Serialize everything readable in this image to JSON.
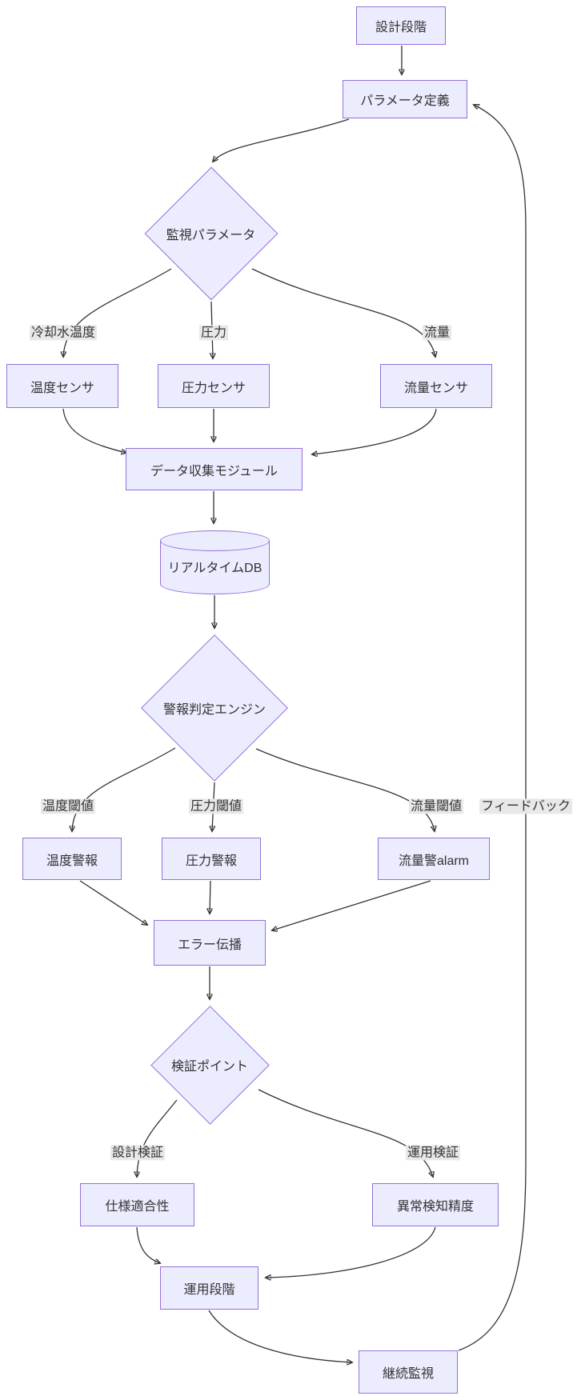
{
  "diagram": {
    "type": "flowchart",
    "direction": "top-down",
    "colors": {
      "node_fill": "#ECECFF",
      "node_border": "#9370DB",
      "edge_line": "#333333",
      "edge_label_bg": "#e8e8e8",
      "text": "#333333",
      "background": "#ffffff"
    },
    "nodes": {
      "design_phase": "設計段階",
      "param_def": "パラメータ定義",
      "monitor_params": "監視パラメータ",
      "temp_sensor": "温度センサ",
      "pressure_sensor": "圧力センサ",
      "flow_sensor": "流量センサ",
      "data_collection": "データ収集モジュール",
      "realtime_db": "リアルタイムDB",
      "alarm_engine": "警報判定エンジン",
      "temp_alarm": "温度警報",
      "pressure_alarm": "圧力警報",
      "flow_alarm": "流量警alarm",
      "error_prop": "エラー伝播",
      "verify_point": "検証ポイント",
      "spec_conformity": "仕様適合性",
      "anomaly_accuracy": "異常検知精度",
      "operation_phase": "運用段階",
      "continuous_monitoring": "継続監視"
    },
    "node_shapes": {
      "design_phase": "rect",
      "param_def": "rect",
      "monitor_params": "diamond",
      "temp_sensor": "rect",
      "pressure_sensor": "rect",
      "flow_sensor": "rect",
      "data_collection": "rect",
      "realtime_db": "cylinder",
      "alarm_engine": "diamond",
      "temp_alarm": "rect",
      "pressure_alarm": "rect",
      "flow_alarm": "rect",
      "error_prop": "rect",
      "verify_point": "diamond",
      "spec_conformity": "rect",
      "anomaly_accuracy": "rect",
      "operation_phase": "rect",
      "continuous_monitoring": "rect"
    },
    "edge_labels": {
      "cooling_water_temp": "冷却水温度",
      "pressure": "圧力",
      "flow": "流量",
      "temp_threshold": "温度閾値",
      "pressure_threshold": "圧力閾値",
      "flow_threshold": "流量閾値",
      "feedback": "フィードバック",
      "design_verification": "設計検証",
      "operation_verification": "運用検証"
    },
    "edges": [
      {
        "from": "design_phase",
        "to": "param_def",
        "label": ""
      },
      {
        "from": "param_def",
        "to": "monitor_params",
        "label": ""
      },
      {
        "from": "monitor_params",
        "to": "temp_sensor",
        "label": "冷却水温度"
      },
      {
        "from": "monitor_params",
        "to": "pressure_sensor",
        "label": "圧力"
      },
      {
        "from": "monitor_params",
        "to": "flow_sensor",
        "label": "流量"
      },
      {
        "from": "temp_sensor",
        "to": "data_collection",
        "label": ""
      },
      {
        "from": "pressure_sensor",
        "to": "data_collection",
        "label": ""
      },
      {
        "from": "flow_sensor",
        "to": "data_collection",
        "label": ""
      },
      {
        "from": "data_collection",
        "to": "realtime_db",
        "label": ""
      },
      {
        "from": "realtime_db",
        "to": "alarm_engine",
        "label": ""
      },
      {
        "from": "alarm_engine",
        "to": "temp_alarm",
        "label": "温度閾値"
      },
      {
        "from": "alarm_engine",
        "to": "pressure_alarm",
        "label": "圧力閾値"
      },
      {
        "from": "alarm_engine",
        "to": "flow_alarm",
        "label": "流量閾値"
      },
      {
        "from": "temp_alarm",
        "to": "error_prop",
        "label": ""
      },
      {
        "from": "pressure_alarm",
        "to": "error_prop",
        "label": ""
      },
      {
        "from": "flow_alarm",
        "to": "error_prop",
        "label": ""
      },
      {
        "from": "error_prop",
        "to": "verify_point",
        "label": ""
      },
      {
        "from": "verify_point",
        "to": "spec_conformity",
        "label": "設計検証"
      },
      {
        "from": "verify_point",
        "to": "anomaly_accuracy",
        "label": "運用検証"
      },
      {
        "from": "spec_conformity",
        "to": "operation_phase",
        "label": ""
      },
      {
        "from": "anomaly_accuracy",
        "to": "operation_phase",
        "label": ""
      },
      {
        "from": "operation_phase",
        "to": "continuous_monitoring",
        "label": ""
      },
      {
        "from": "continuous_monitoring",
        "to": "param_def",
        "label": "フィードバック"
      }
    ]
  }
}
